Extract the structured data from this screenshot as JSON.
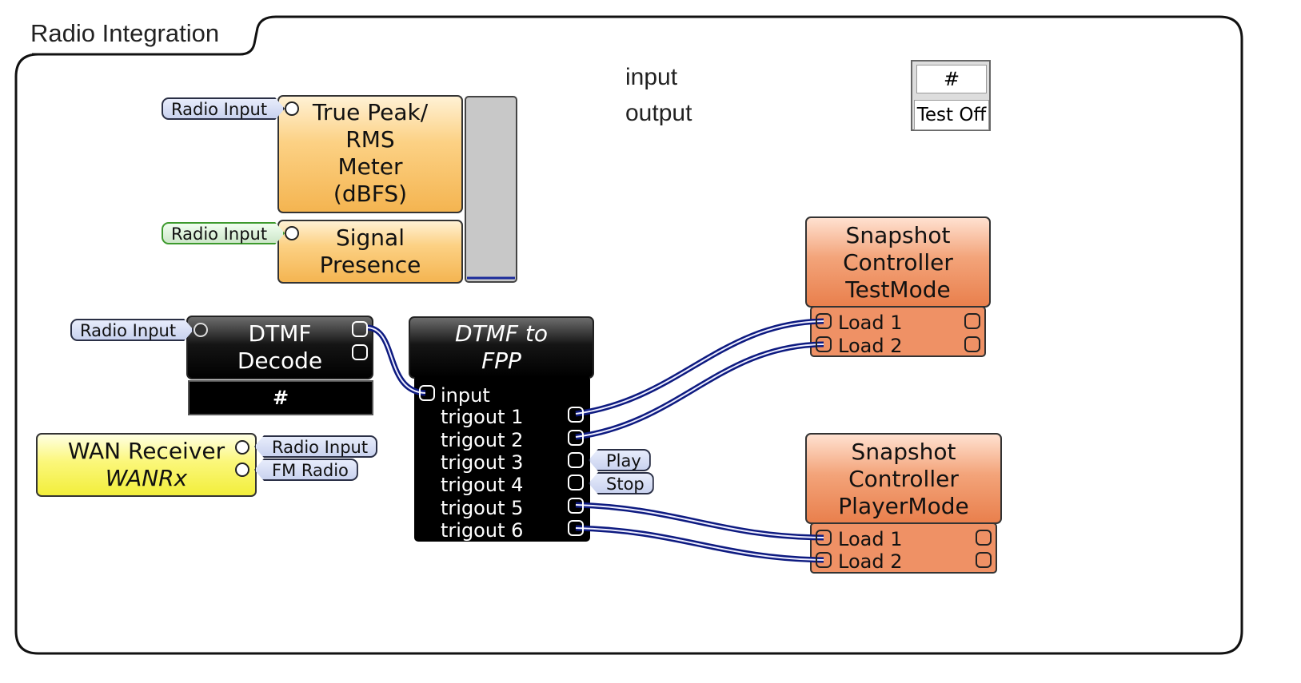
{
  "window": {
    "title": "Radio Integration"
  },
  "colors": {
    "meter_fill": "#f8c36a",
    "snapshot_fill": "#ee8e5e",
    "wan_fill": "#f7f45a",
    "dtmf_fill": "#000000",
    "wire": "#1a2a9a"
  },
  "legend": {
    "input_label": "input",
    "output_label": "output"
  },
  "control": {
    "value": "#",
    "button": "Test Off"
  },
  "meter": {
    "title_lines": [
      "True Peak/",
      "RMS",
      "Meter",
      "(dBFS)"
    ],
    "input_tag": "Radio Input"
  },
  "signal": {
    "title_lines": [
      "Signal",
      "Presence"
    ],
    "input_tag": "Radio Input"
  },
  "dtmf_decode": {
    "title_lines": [
      "DTMF",
      "Decode"
    ],
    "input_tag": "Radio Input",
    "display": "#"
  },
  "wan": {
    "title": "WAN Receiver",
    "subtitle": "WANRx",
    "out_tags": [
      "Radio Input",
      "FM Radio"
    ]
  },
  "dtmf_fpp": {
    "title_lines": [
      "DTMF to",
      "FPP"
    ],
    "input_label": "input",
    "outputs": [
      "trigout 1",
      "trigout 2",
      "trigout 3",
      "trigout 4",
      "trigout 5",
      "trigout 6"
    ],
    "out_tags": [
      "Play",
      "Stop"
    ]
  },
  "snapshot_test": {
    "title_lines": [
      "Snapshot",
      "Controller",
      "TestMode"
    ],
    "loads": [
      "Load 1",
      "Load 2"
    ]
  },
  "snapshot_player": {
    "title_lines": [
      "Snapshot",
      "Controller",
      "PlayerMode"
    ],
    "loads": [
      "Load 1",
      "Load 2"
    ]
  }
}
